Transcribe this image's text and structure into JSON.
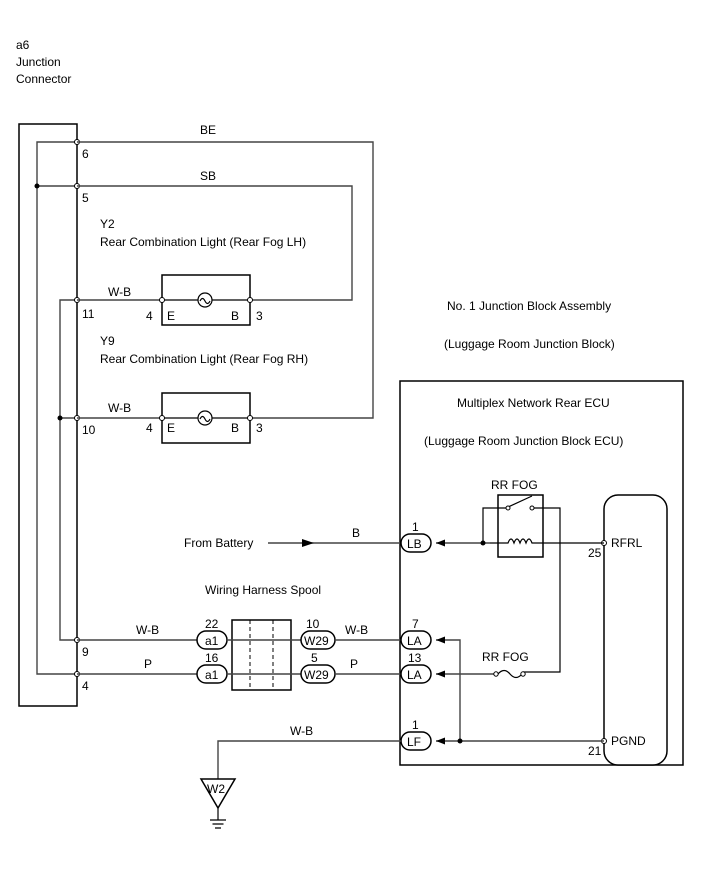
{
  "junction": {
    "id": "a6",
    "line1": "Junction",
    "line2": "Connector"
  },
  "pins_a6": {
    "p6": "6",
    "p5": "5",
    "p11": "11",
    "p10": "10",
    "p9": "9",
    "p4": "4"
  },
  "wires": {
    "be": "BE",
    "sb": "SB",
    "wb_y2": "W-B",
    "wb_y9": "W-B",
    "wb_a1": "W-B",
    "p_a1": "P",
    "wb_la": "W-B",
    "p_la": "P",
    "b_battery": "B",
    "wb_ground": "W-B"
  },
  "y2": {
    "id": "Y2",
    "name": "Rear Combination Light (Rear Fog LH)",
    "pin_e": "4",
    "label_e": "E",
    "label_b": "B",
    "pin_b": "3"
  },
  "y9": {
    "id": "Y9",
    "name": "Rear Combination Light (Rear Fog RH)",
    "pin_e": "4",
    "label_e": "E",
    "label_b": "B",
    "pin_b": "3"
  },
  "junction_block": {
    "title": "No. 1 Junction Block Assembly",
    "subtitle": "(Luggage Room Junction Block)",
    "ecu_title": "Multiplex Network Rear ECU",
    "ecu_subtitle": "(Luggage Room Junction Block ECU)",
    "relay_label": "RR FOG",
    "fuse_label": "RR FOG",
    "rfrl_pin": "25",
    "rfrl": "RFRL",
    "pgnd_pin": "21",
    "pgnd": "PGND"
  },
  "connectors": {
    "lb_pin": "1",
    "lb": "LB",
    "la7_pin": "7",
    "la7": "LA",
    "la13_pin": "13",
    "la13": "LA",
    "lf_pin": "1",
    "lf": "LF"
  },
  "spool": {
    "title": "Wiring Harness Spool",
    "a1_top_pin": "22",
    "a1_top": "a1",
    "a1_bot_pin": "16",
    "a1_bot": "a1",
    "w29_top_pin": "10",
    "w29_top": "W29",
    "w29_bot_pin": "5",
    "w29_bot": "W29"
  },
  "from_battery": "From Battery",
  "ground": "W2"
}
